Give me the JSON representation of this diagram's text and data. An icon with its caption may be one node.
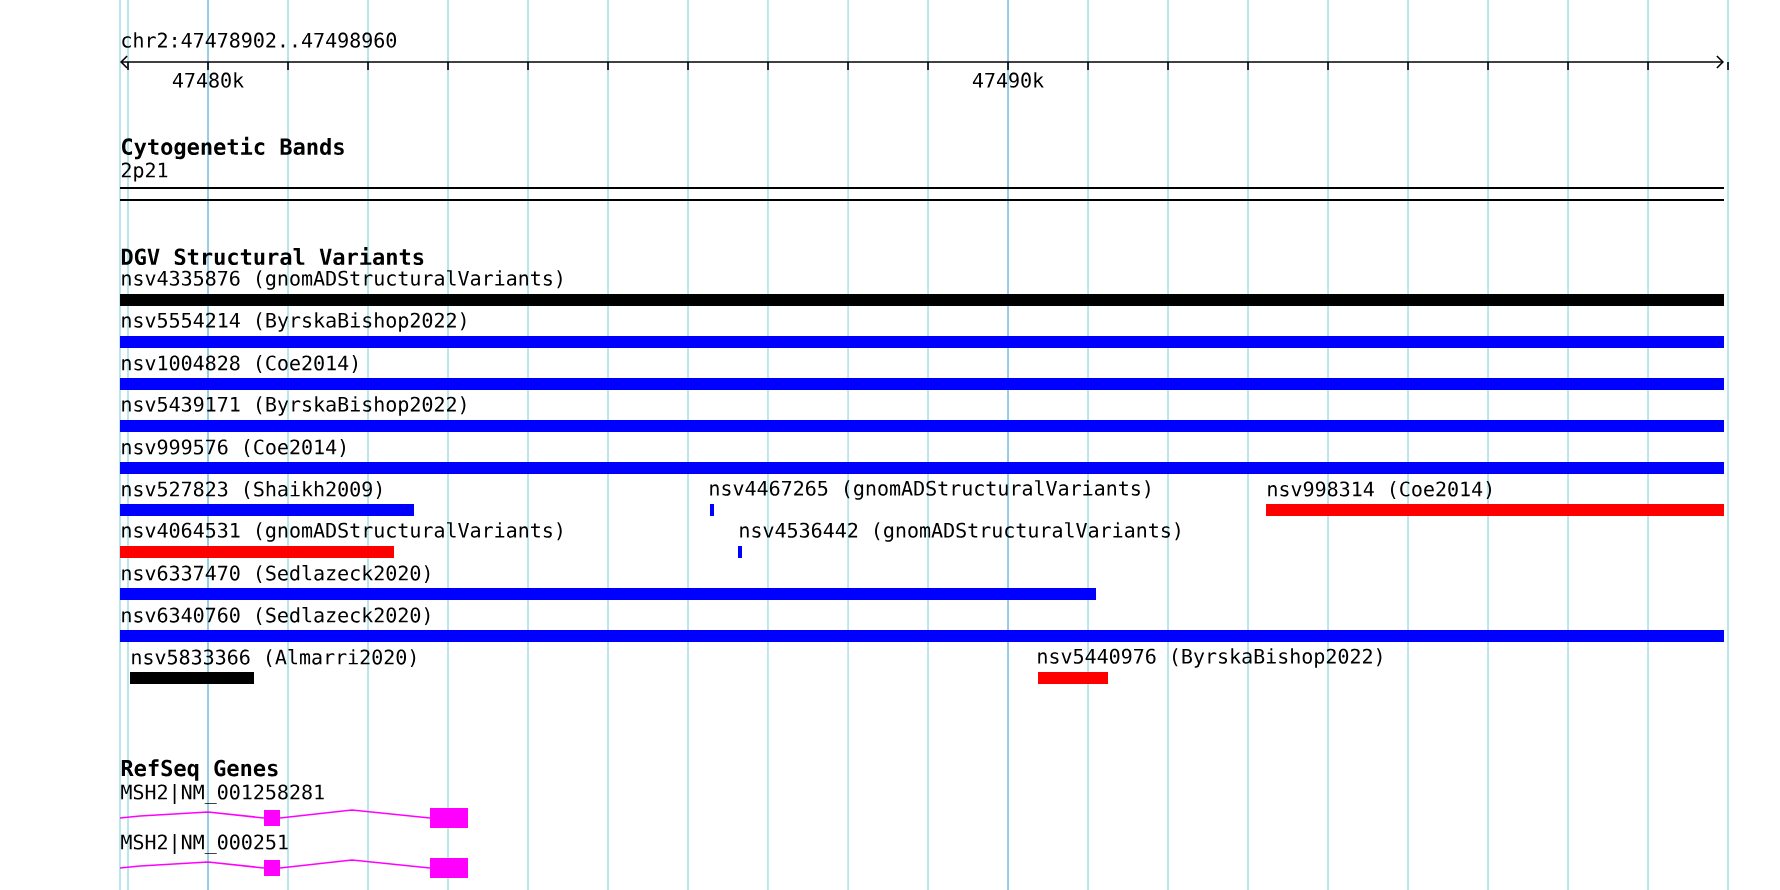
{
  "diagram": {
    "labels": [
      "chr2:47478902..47498960",
      "47480k",
      "47490k",
      "Cytogenetic Bands",
      "2p21",
      "DGV Structural Variants",
      "nsv4335876 (gnomADStructuralVariants)",
      "nsv5554214 (ByrskaBishop2022)",
      "nsv1004828 (Coe2014)",
      "nsv5439171 (ByrskaBishop2022)",
      "nsv999576 (Coe2014)",
      "nsv527823 (Shaikh2009)",
      "nsv4467265 (gnomADStructuralVariants)",
      "nsv998314 (Coe2014)",
      "nsv4064531 (gnomADStructuralVariants)",
      "nsv4536442 (gnomADStructuralVariants)",
      "nsv6337470 (Sedlazeck2020)",
      "nsv6340760 (Sedlazeck2020)",
      "nsv5833366 (Almarri2020)",
      "nsv5440976 (ByrskaBishop2022)",
      "RefSeq Genes",
      "MSH2|NM_001258281",
      "MSH2|NM_000251"
    ]
  }
}
